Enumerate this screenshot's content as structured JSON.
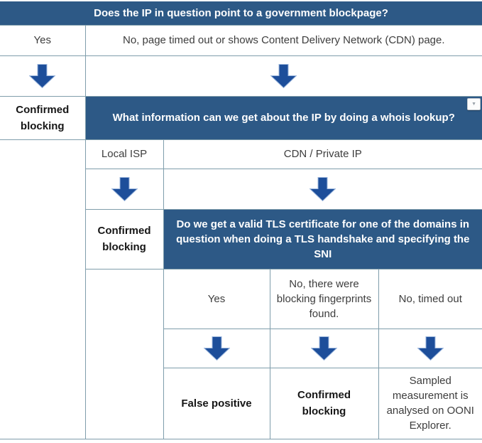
{
  "palette": {
    "question_bg": "#2d5986",
    "question_text": "#ffffff",
    "arrow_fill": "#1d4e9a",
    "arrow_edge": "#9db7dd",
    "grid_border": "#7f9dab",
    "body_text": "#3d3d3d",
    "outcome_text": "#161616"
  },
  "flowchart": {
    "q1": {
      "text": "Does the IP in question point to a government blockpage?"
    },
    "q1_answers": {
      "yes": "Yes",
      "no": "No, page timed out or shows Content Delivery Network (CDN) page."
    },
    "outcome_confirmed_1": "Confirmed blocking",
    "q2": {
      "text": "What information can we get about the IP by doing a whois lookup?"
    },
    "q2_answers": {
      "local_isp": "Local ISP",
      "cdn_private": "CDN / Private IP"
    },
    "outcome_confirmed_2": "Confirmed blocking",
    "q3": {
      "text": "Do we get a valid TLS certificate for one of the domains in question when doing a TLS handshake and specifying the SNI"
    },
    "q3_answers": {
      "yes": "Yes",
      "no_fingerprints": "No, there were blocking fingerprints found.",
      "no_timed_out": "No, timed out"
    },
    "outcome_false_positive": "False positive",
    "outcome_confirmed_3": "Confirmed blocking",
    "outcome_sampled": "Sampled measurement is analysed on OONI Explorer."
  },
  "icons": {
    "collapse_marker": "▼"
  }
}
